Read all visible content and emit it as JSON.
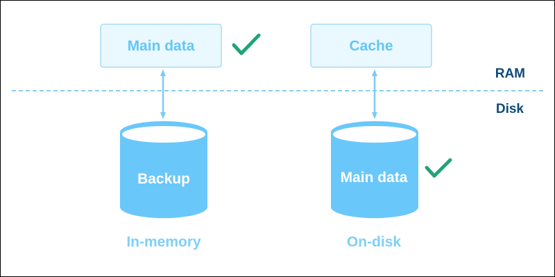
{
  "diagram": {
    "zones": {
      "ram_label": "RAM",
      "disk_label": "Disk"
    },
    "left": {
      "ram_box_label": "Main data",
      "ram_box_checked": true,
      "database_label": "Backup",
      "database_checked": false,
      "caption": "In-memory"
    },
    "right": {
      "ram_box_label": "Cache",
      "ram_box_checked": false,
      "database_label": "Main data",
      "database_checked": true,
      "caption": "On-disk"
    }
  },
  "colors": {
    "box_fill": "#eaf8ff",
    "box_stroke": "#a6dcf6",
    "box_text": "#63c6f5",
    "cylinder_body": "#6ac7fa",
    "cylinder_top": "#ffffff",
    "cylinder_text": "#ffffff",
    "arrow": "#7ccbf2",
    "divider": "#61bfe6",
    "caption_text": "#7fd0f7",
    "zone_text": "#0d4a78",
    "check": "#21a37a"
  }
}
